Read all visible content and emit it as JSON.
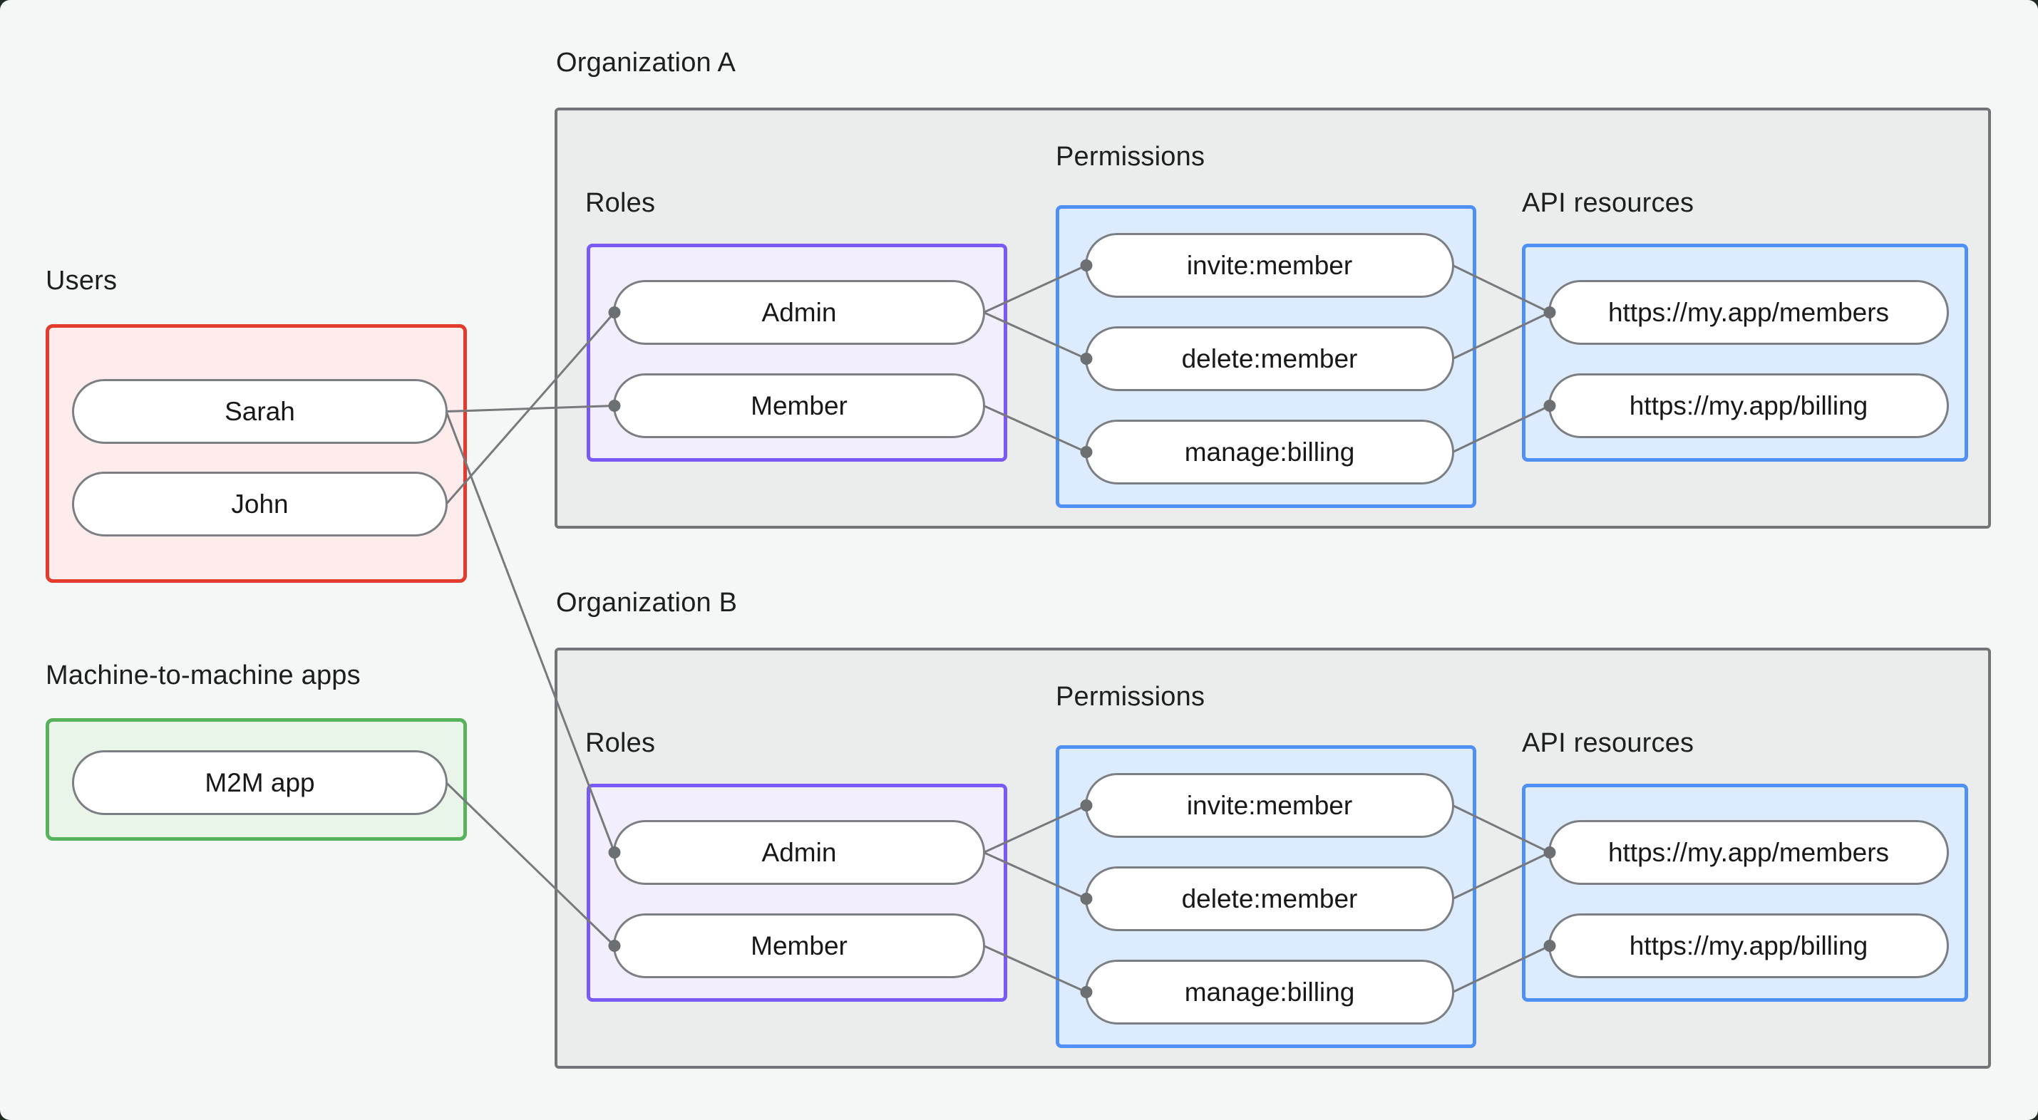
{
  "users_section": {
    "label": "Users",
    "nodes": [
      {
        "id": "sarah",
        "label": "Sarah"
      },
      {
        "id": "john",
        "label": "John"
      }
    ]
  },
  "m2m_section": {
    "label": "Machine-to-machine apps",
    "nodes": [
      {
        "id": "m2m",
        "label": "M2M app"
      }
    ]
  },
  "organizations": [
    {
      "label": "Organization A",
      "roles": {
        "label": "Roles",
        "nodes": [
          {
            "id": "orgA-admin",
            "label": "Admin"
          },
          {
            "id": "orgA-member",
            "label": "Member"
          }
        ]
      },
      "permissions": {
        "label": "Permissions",
        "nodes": [
          {
            "id": "orgA-invite",
            "label": "invite:member"
          },
          {
            "id": "orgA-delete",
            "label": "delete:member"
          },
          {
            "id": "orgA-manage",
            "label": "manage:billing"
          }
        ]
      },
      "api_resources": {
        "label": "API resources",
        "nodes": [
          {
            "id": "orgA-members",
            "label": "https://my.app/members"
          },
          {
            "id": "orgA-billing",
            "label": "https://my.app/billing"
          }
        ]
      }
    },
    {
      "label": "Organization B",
      "roles": {
        "label": "Roles",
        "nodes": [
          {
            "id": "orgB-admin",
            "label": "Admin"
          },
          {
            "id": "orgB-member",
            "label": "Member"
          }
        ]
      },
      "permissions": {
        "label": "Permissions",
        "nodes": [
          {
            "id": "orgB-invite",
            "label": "invite:member"
          },
          {
            "id": "orgB-delete",
            "label": "delete:member"
          },
          {
            "id": "orgB-manage",
            "label": "manage:billing"
          }
        ]
      },
      "api_resources": {
        "label": "API resources",
        "nodes": [
          {
            "id": "orgB-members",
            "label": "https://my.app/members"
          },
          {
            "id": "orgB-billing",
            "label": "https://my.app/billing"
          }
        ]
      }
    }
  ],
  "edges": [
    {
      "from": "sarah",
      "to": "orgA-member"
    },
    {
      "from": "john",
      "to": "orgA-admin"
    },
    {
      "from": "sarah",
      "to": "orgB-admin"
    },
    {
      "from": "m2m",
      "to": "orgB-member"
    },
    {
      "from": "orgA-admin",
      "to": "orgA-invite"
    },
    {
      "from": "orgA-admin",
      "to": "orgA-delete"
    },
    {
      "from": "orgA-member",
      "to": "orgA-manage"
    },
    {
      "from": "orgA-invite",
      "to": "orgA-members"
    },
    {
      "from": "orgA-delete",
      "to": "orgA-members"
    },
    {
      "from": "orgA-manage",
      "to": "orgA-billing"
    },
    {
      "from": "orgB-admin",
      "to": "orgB-invite"
    },
    {
      "from": "orgB-admin",
      "to": "orgB-delete"
    },
    {
      "from": "orgB-member",
      "to": "orgB-manage"
    },
    {
      "from": "orgB-invite",
      "to": "orgB-members"
    },
    {
      "from": "orgB-delete",
      "to": "orgB-members"
    },
    {
      "from": "orgB-manage",
      "to": "orgB-billing"
    }
  ],
  "colors": {
    "canvas_bg": "#f5f7f6",
    "org_container_bg": "#ebecec",
    "org_container_border": "#717578",
    "users_box_border": "#e33b2e",
    "users_box_bg": "#fdeceb",
    "m2m_box_border": "#57b25c",
    "m2m_box_bg": "#eaf5ea",
    "roles_box_border": "#7a5af5",
    "roles_box_bg": "#f3eefe",
    "permissions_box_border": "#4f90f6",
    "permissions_box_bg": "#dcebfd",
    "node_border": "#7b7f83",
    "connector": "#77797c"
  }
}
